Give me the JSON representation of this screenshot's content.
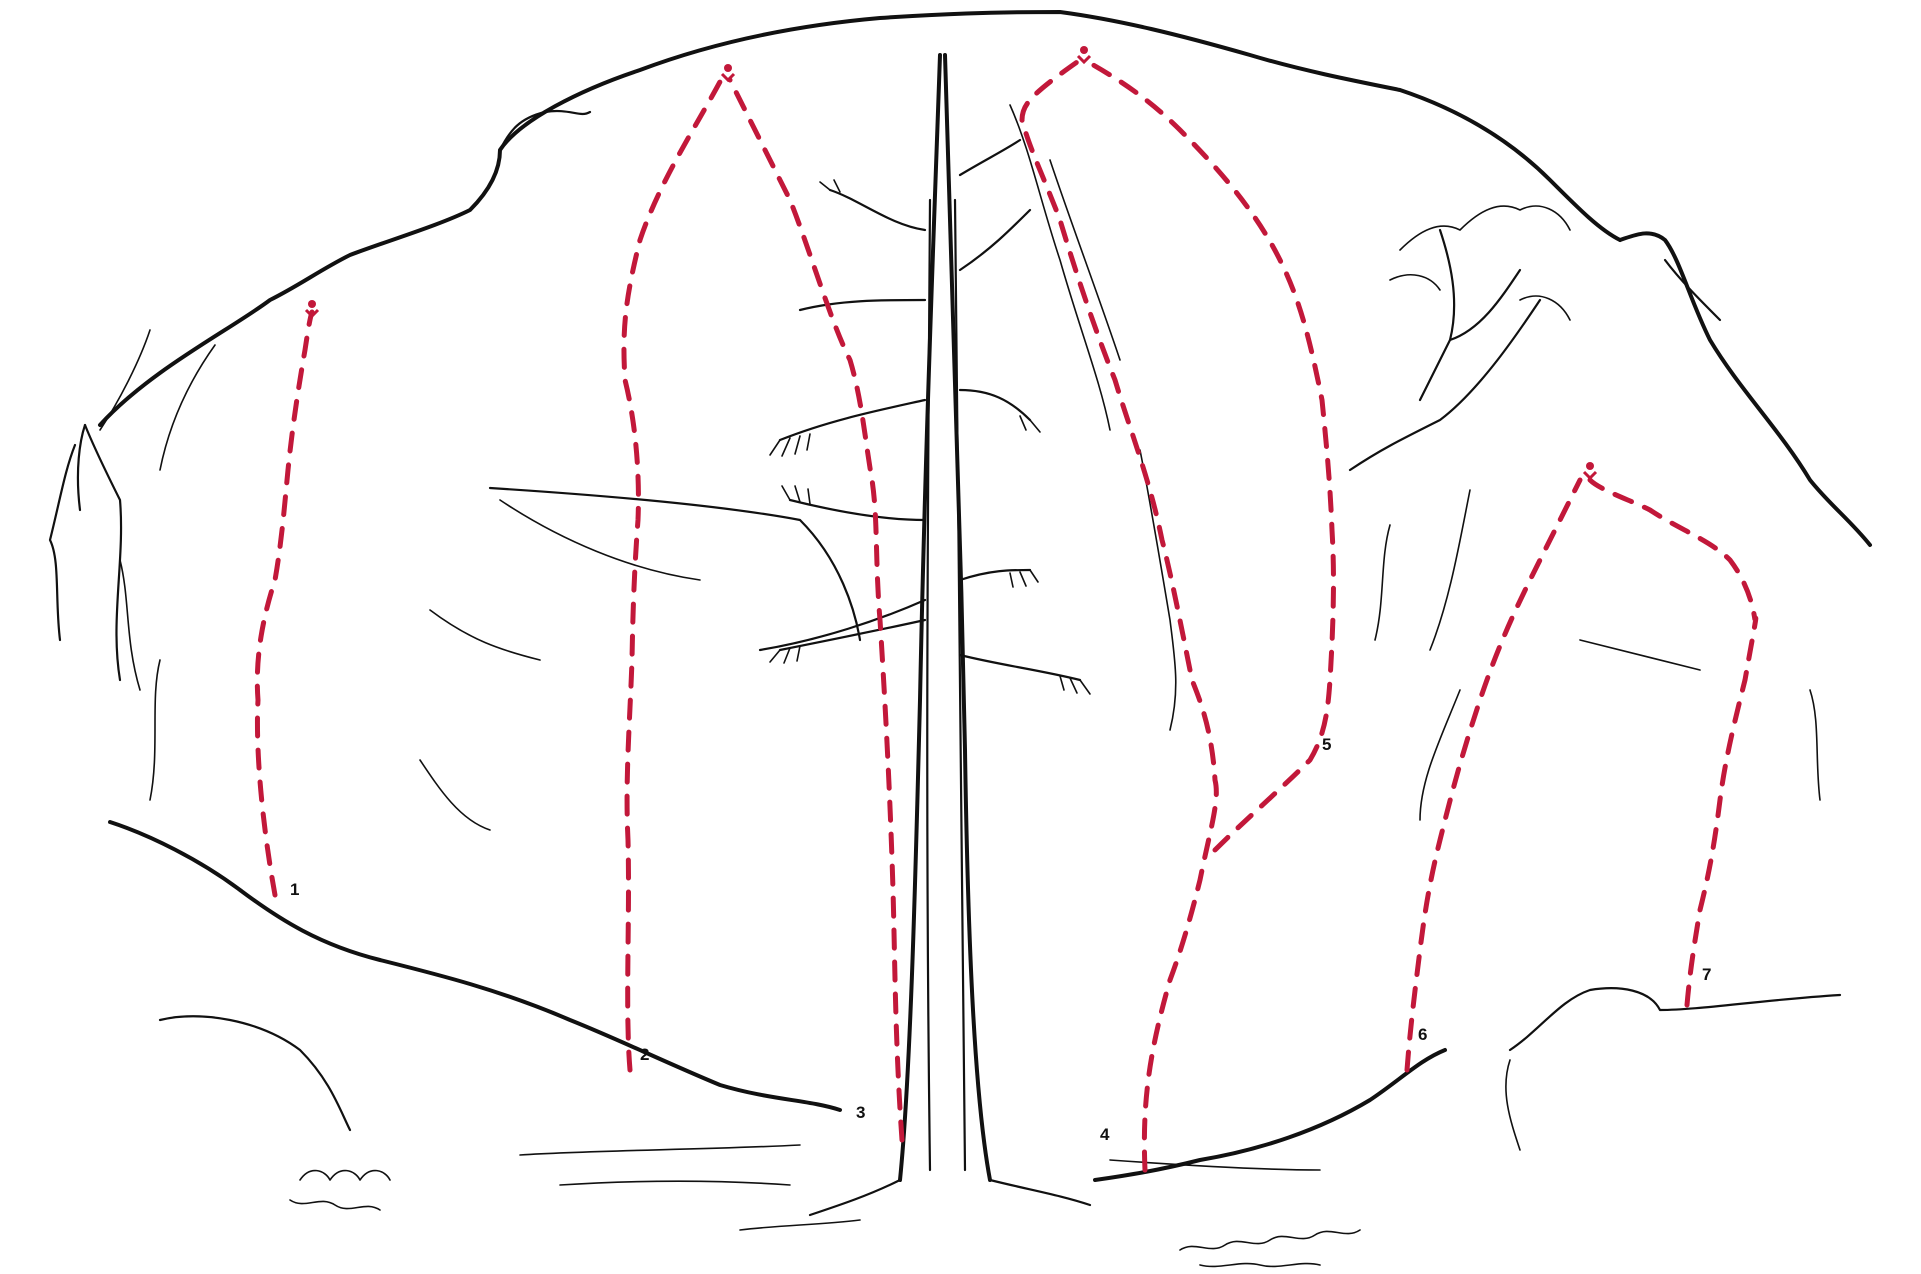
{
  "topo": {
    "route_color": "#c2183a",
    "ink_color": "#111111",
    "routes": [
      {
        "number": "1"
      },
      {
        "number": "2"
      },
      {
        "number": "3"
      },
      {
        "number": "4"
      },
      {
        "number": "5"
      },
      {
        "number": "6"
      },
      {
        "number": "7"
      }
    ]
  }
}
